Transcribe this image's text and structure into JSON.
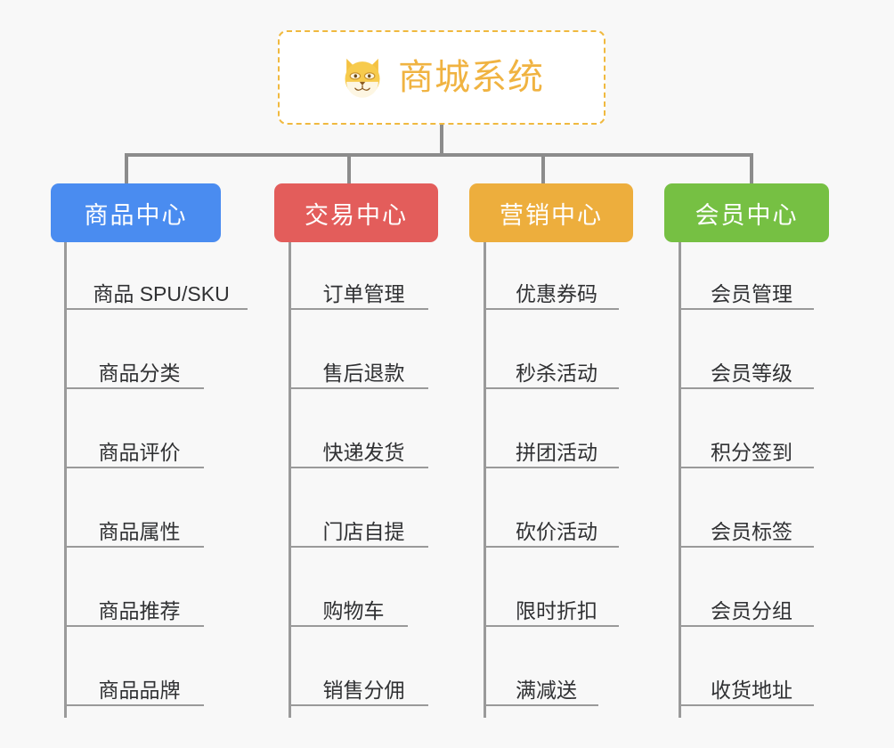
{
  "background_color": "#f8f8f8",
  "root": {
    "title": "商城系统",
    "icon": "shiba-dog-icon",
    "border_color": "#f0b93f",
    "text_color": "#f0b341"
  },
  "branches": [
    {
      "label": "商品中心",
      "color": "#4a8cf0",
      "items": [
        "商品 SPU/SKU",
        "商品分类",
        "商品评价",
        "商品属性",
        "商品推荐",
        "商品品牌"
      ]
    },
    {
      "label": "交易中心",
      "color": "#e35d5b",
      "items": [
        "订单管理",
        "售后退款",
        "快递发货",
        "门店自提",
        "购物车",
        "销售分佣"
      ]
    },
    {
      "label": "营销中心",
      "color": "#edae3d",
      "items": [
        "优惠券码",
        "秒杀活动",
        "拼团活动",
        "砍价活动",
        "限时折扣",
        "满减送"
      ]
    },
    {
      "label": "会员中心",
      "color": "#76c043",
      "items": [
        "会员管理",
        "会员等级",
        "积分签到",
        "会员标签",
        "会员分组",
        "收货地址"
      ]
    }
  ],
  "connector_color": "#8c8c8c",
  "leaf_line_color": "#9a9a9a",
  "leaf_text_color": "#303133"
}
